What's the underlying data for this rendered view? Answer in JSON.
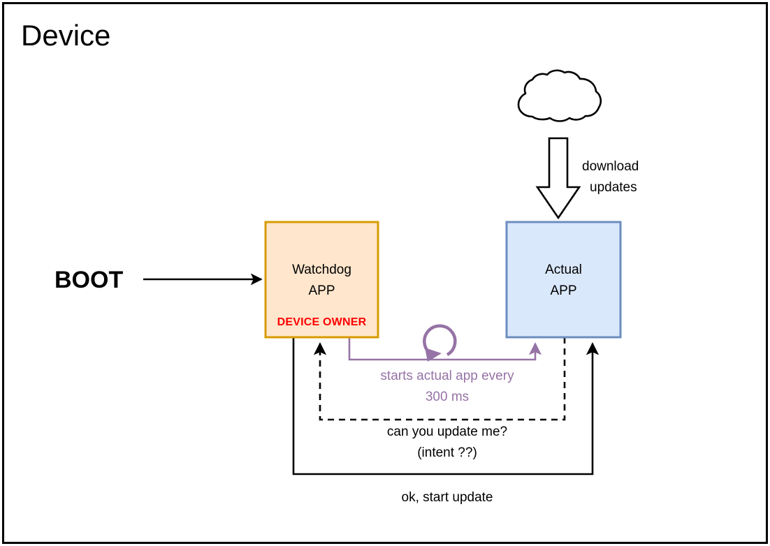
{
  "frame": {
    "title": "Device",
    "border_color": "#000000",
    "background": "#ffffff"
  },
  "nodes": [
    {
      "id": "watchdog",
      "label_line1": "Watchdog",
      "label_line2": "APP",
      "badge": "DEVICE OWNER",
      "badge_color": "#ff0000",
      "fill": "#ffe6cc",
      "stroke": "#d79b00"
    },
    {
      "id": "actual",
      "label_line1": "Actual",
      "label_line2": "APP",
      "fill": "#dae8fc",
      "stroke": "#6c8ebf"
    },
    {
      "id": "cloud",
      "label": "",
      "fill": "#ffffff",
      "stroke": "#000000"
    }
  ],
  "labels": {
    "boot": "BOOT",
    "download_line1": "download",
    "download_line2": "updates",
    "loop_line1": "starts actual app every",
    "loop_line2": "300 ms",
    "loop_color": "#9673a6",
    "update_request_line1": "can you update me?",
    "update_request_line2": "(intent ??)",
    "update_ack": "ok, start update"
  },
  "icons": {
    "loop": "refresh-loop-icon",
    "cloud": "cloud-icon",
    "download_arrow": "download-block-arrow-icon"
  },
  "edges": [
    {
      "id": "boot-to-watchdog",
      "from": "BOOT",
      "to": "watchdog",
      "style": "solid",
      "color": "#000000",
      "label": ""
    },
    {
      "id": "cloud-to-actual",
      "from": "cloud",
      "to": "actual",
      "style": "block-arrow",
      "color": "#000000",
      "label": "download updates"
    },
    {
      "id": "watchdog-to-actual-loop",
      "from": "watchdog",
      "to": "actual",
      "style": "solid",
      "color": "#9673a6",
      "label": "starts actual app every 300 ms"
    },
    {
      "id": "actual-to-watchdog-request",
      "from": "actual",
      "to": "watchdog",
      "style": "dashed",
      "color": "#000000",
      "label": "can you update me? (intent ??)"
    },
    {
      "id": "watchdog-to-actual-ack",
      "from": "watchdog",
      "to": "actual",
      "style": "solid",
      "color": "#000000",
      "label": "ok, start update"
    }
  ]
}
